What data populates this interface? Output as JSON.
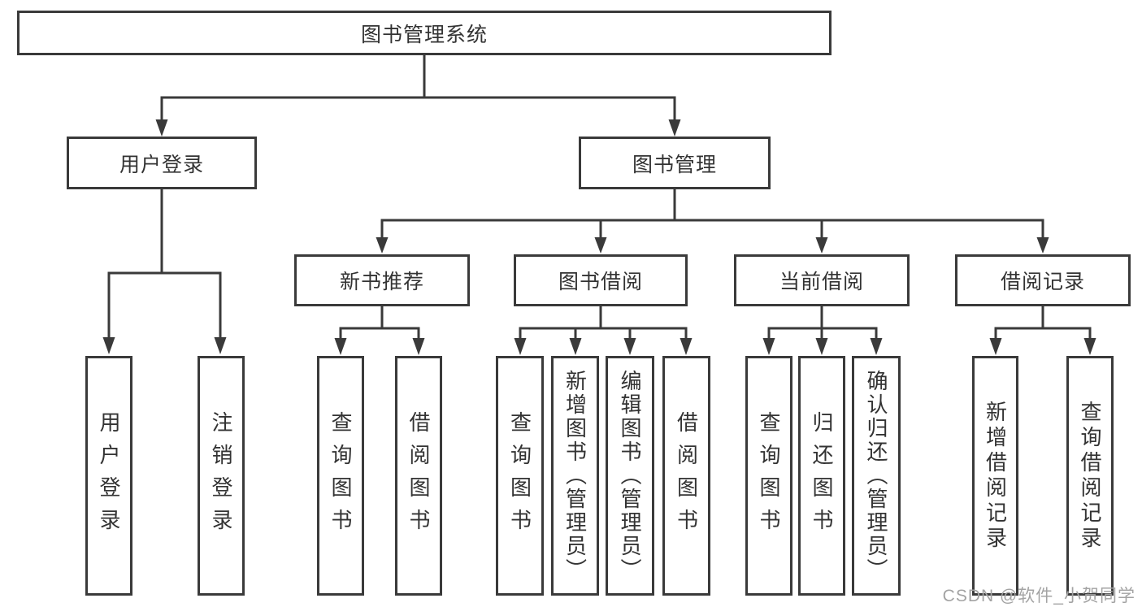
{
  "colors": {
    "line": "#3a3a3a",
    "text": "#333333",
    "background": "#ffffff",
    "watermark": "#a3a3a3"
  },
  "watermark": {
    "text": "CSDN @软件_小贺同学"
  },
  "tree": {
    "label": "图书管理系统",
    "children": [
      {
        "label": "用户登录",
        "children": [
          {
            "label": "用户登录"
          },
          {
            "label": "注销登录"
          }
        ]
      },
      {
        "label": "图书管理",
        "children": [
          {
            "label": "新书推荐",
            "children": [
              {
                "label": "查询图书"
              },
              {
                "label": "借阅图书"
              }
            ]
          },
          {
            "label": "图书借阅",
            "children": [
              {
                "label": "查询图书"
              },
              {
                "label": "新增图书（管理员）"
              },
              {
                "label": "编辑图书（管理员）"
              },
              {
                "label": "借阅图书"
              }
            ]
          },
          {
            "label": "当前借阅",
            "children": [
              {
                "label": "查询图书"
              },
              {
                "label": "归还图书"
              },
              {
                "label": "确认归还（管理员）"
              }
            ]
          },
          {
            "label": "借阅记录",
            "children": [
              {
                "label": "新增借阅记录"
              },
              {
                "label": "查询借阅记录"
              }
            ]
          }
        ]
      }
    ]
  }
}
